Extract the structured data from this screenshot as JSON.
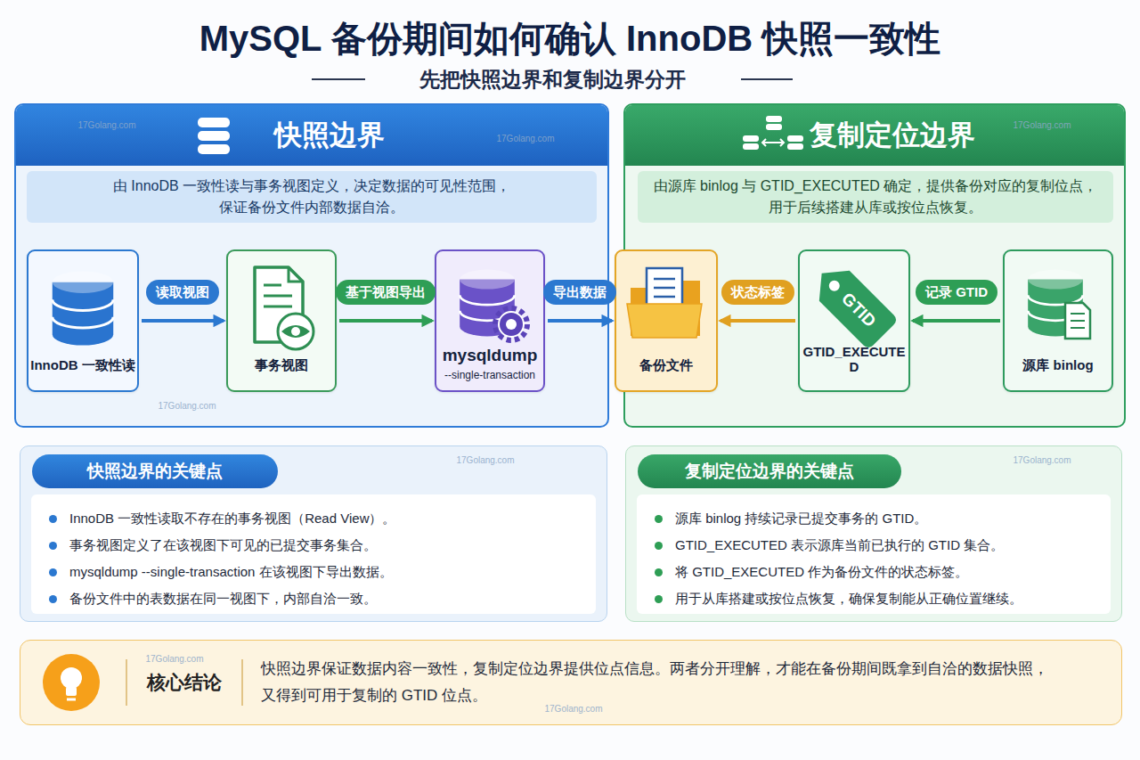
{
  "diagram": {
    "title": "MySQL 备份期间如何确认 InnoDB 快照一致性",
    "nodes": [
      {
        "text": [
          "快照边界"
        ]
      },
      {
        "text": [
          "由 InnoDB 一致性读与事务视图定义，决定数据的可见性范围， 保证备份文件内部数据自洽。"
        ],
        "in": 0
      },
      {
        "text": [
          "InnoDB 一致性读"
        ],
        "in": 0
      },
      {
        "text": [
          "事务视图"
        ],
        "in": 0
      },
      {
        "text": [
          "mysqldump",
          "--single-transaction"
        ],
        "in": 0
      },
      {
        "text": [
          "备份文件"
        ]
      },
      {
        "text": [
          "复制定位边界"
        ]
      },
      {
        "text": [
          "由源库 binlog 与 GTID_EXECUTED 确定，提供备份对应的复制位点， 用于后续搭建从库或按位点恢复。"
        ],
        "in": 6
      },
      {
        "text": [
          "GTID_EXECUTED"
        ],
        "in": 6
      },
      {
        "text": [
          "源库 binlog"
        ],
        "in": 6
      },
      {
        "text": [
          "快照边界的关键点",
          "InnoDB 一致性读取不存在的事务视图（Read View）。",
          "事务视图定义了在该视图下可见的已提交事务集合。",
          "mysqldump --single-transaction 在该视图下导出数据。",
          "备份文件中的表数据在同一视图下，内部自洽一致。"
        ]
      },
      {
        "text": [
          "复制定位边界的关键点",
          "源库 binlog 持续记录已提交事务的 GTID。",
          "GTID_EXECUTED 表示源库当前已执行的 GTID 集合。",
          "将 GTID_EXECUTED 作为备份文件的状态标签。",
          "用于从库搭建或按位点恢复，确保复制能从正确位置继续。"
        ]
      },
      {
        "text": [
          "核心结论",
          "快照边界保证数据内容一致性，复制定位边界提供位点信息。两者分开理解，才能在备份期间既拿到自洽的数据快照， 又得到可用于复制的 GTID 位点。"
        ]
      }
    ],
    "edges": [
      {
        "from": 2,
        "to": 3,
        "arrow": "to",
        "label": "读取视图"
      },
      {
        "from": 3,
        "to": 4,
        "arrow": "to",
        "label": "基于视图导出"
      },
      {
        "from": 4,
        "to": 5,
        "arrow": "to",
        "label": "导出数据"
      },
      {
        "from": 8,
        "to": 5,
        "arrow": "to",
        "label": "状态标签"
      },
      {
        "from": 9,
        "to": 8,
        "arrow": "to",
        "label": "记录 GTID"
      }
    ],
    "labels": [
      "先把快照边界和复制边界分开",
      "GTID",
      "17Golang.com",
      "17Golang.com",
      "17Golang.com",
      "17Golang.com",
      "17Golang.com",
      "17Golang.com",
      "17Golang.com",
      "17Golang.com"
    ]
  }
}
